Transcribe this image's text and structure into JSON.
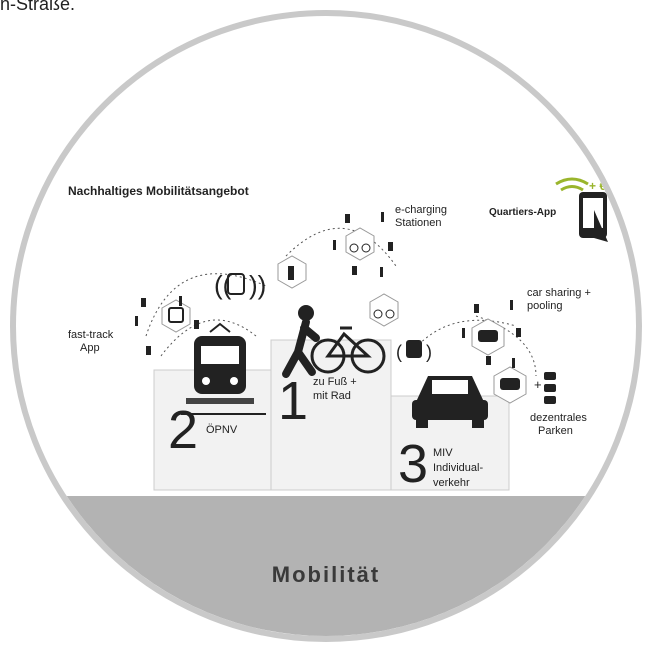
{
  "header_fragment": "n-Straße.",
  "diagram_title": "Nachhaltiges Mobilitätsangebot",
  "app_label": "Quartiers-App",
  "plus_euro": "+ €",
  "podium": {
    "first_number": "1",
    "first_line1": "zu Fuß +",
    "first_line2": "mit Rad",
    "second_number": "2",
    "second_label": "ÖPNV",
    "third_number": "3",
    "third_line1": "MIV",
    "third_line2": "Individual-",
    "third_line3": "verkehr"
  },
  "labels": {
    "fast_track_line1": "fast-track",
    "fast_track_line2": "App",
    "echarging_line1": "e-charging",
    "echarging_line2": "Stationen",
    "carsharing_line1": "car sharing +",
    "carsharing_line2": "pooling",
    "parking_line1": "dezentrales",
    "parking_line2": "Parken",
    "plus_sign": "+"
  },
  "section_title": "Mobilität",
  "colors": {
    "ring": "#c9c9c9",
    "band": "#b3b3b3",
    "accent_green": "#9ab52c",
    "ink": "#222222"
  }
}
